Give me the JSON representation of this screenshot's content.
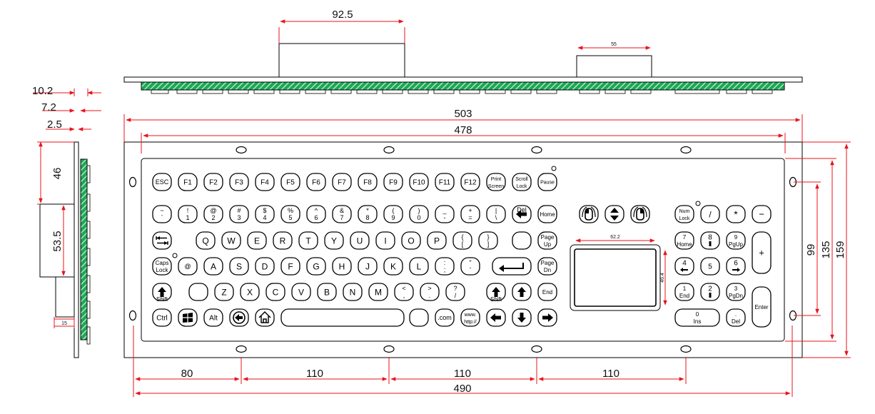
{
  "colors": {
    "dimension_line": "#e8141c",
    "pcb_green": "#19a85a",
    "pcb_light": "#bfe7bf",
    "outline": "#000000"
  },
  "dimensions": {
    "top_connector_width": "92.5",
    "top_small_width": "55",
    "side_total": "10.2",
    "side_mid": "7.2",
    "side_small": "2.5",
    "side_upper": "46",
    "side_connector": "53.5",
    "side_tab": "15",
    "overall_width": "503",
    "inner_width": "478",
    "hole_span": "490",
    "hole_first": "80",
    "hole_pitch_1": "110",
    "hole_pitch_2": "110",
    "hole_pitch_3": "110",
    "height_total": "159",
    "height_mid": "135",
    "height_holes": "99",
    "touchpad_width": "62.2",
    "touchpad_height": "46.4"
  },
  "keys": {
    "esc": "ESC",
    "f1": "F1",
    "f2": "F2",
    "f3": "F3",
    "f4": "F4",
    "f5": "F5",
    "f6": "F6",
    "f7": "F7",
    "f8": "F8",
    "f9": "F9",
    "f10": "F10",
    "f11": "F11",
    "f12": "F12",
    "print_1": "Print",
    "print_2": "Screen",
    "scroll_1": "Scroll",
    "scroll_2": "Lock",
    "pause": "Pause",
    "tilde_top": "~",
    "tilde_bot": "`",
    "n1_top": "!",
    "n1": "1",
    "n2_top": "@",
    "n2": "2",
    "n3_top": "#",
    "n3": "3",
    "n4_top": "$",
    "n4": "4",
    "n5_top": "%",
    "n5": "5",
    "n6_top": "^",
    "n6": "6",
    "n7_top": "&",
    "n7": "7",
    "n8_top": "*",
    "n8": "8",
    "n9_top": "(",
    "n9": "9",
    "n0_top": ")",
    "n0": "0",
    "minus_top": "_",
    "minus": "-",
    "equal_top": "+",
    "equal": "=",
    "pipe_top": "|",
    "pipe": "\\",
    "del": "Del",
    "home": "Home",
    "q": "Q",
    "w": "W",
    "e": "E",
    "r": "R",
    "t": "T",
    "y": "Y",
    "u": "U",
    "i": "I",
    "o": "O",
    "p": "P",
    "brl_top": "{",
    "brl": "[",
    "brr_top": "}",
    "brr": "]",
    "pgup_1": "Page",
    "pgup_2": "Up",
    "caps_1": "Caps",
    "caps_2": "Lock",
    "at": "@",
    "a": "A",
    "s": "S",
    "d": "D",
    "f": "F",
    "g": "G",
    "h": "H",
    "j": "J",
    "k": "K",
    "l": "L",
    "semi_top": ":",
    "semi": ";",
    "quote_top": "\"",
    "quote": "'",
    "pgdn_1": "Page",
    "pgdn_2": "Dn",
    "shift": "Shift",
    "z": "Z",
    "x": "X",
    "c": "C",
    "v": "V",
    "b": "B",
    "n": "N",
    "m": "M",
    "lt_top": "<",
    "lt": ",",
    "gt_top": ">",
    "gt": ".",
    "qm_top": "?",
    "qm": "/",
    "shift_r": "Shift",
    "end": "End",
    "ctrl": "Ctrl",
    "alt": "Alt",
    "com": ".com",
    "www_1": "www.",
    "www_2": "http://",
    "num_1": "Num",
    "num_2": "Lock",
    "slash": "/",
    "star": "*",
    "nminus": "−",
    "k7": "7",
    "k7s": "Home",
    "k8": "8",
    "k9": "9",
    "k9s": "PgUp",
    "kplus": "+",
    "k4": "4",
    "k5": "5",
    "k6": "6",
    "k1": "1",
    "k1s": "End",
    "k2": "2",
    "k3": "3",
    "k3s": "PgDn",
    "k0": "0",
    "k0s": "Ins",
    "kdot": ".",
    "kdots": "Del",
    "enter": "Enter"
  }
}
